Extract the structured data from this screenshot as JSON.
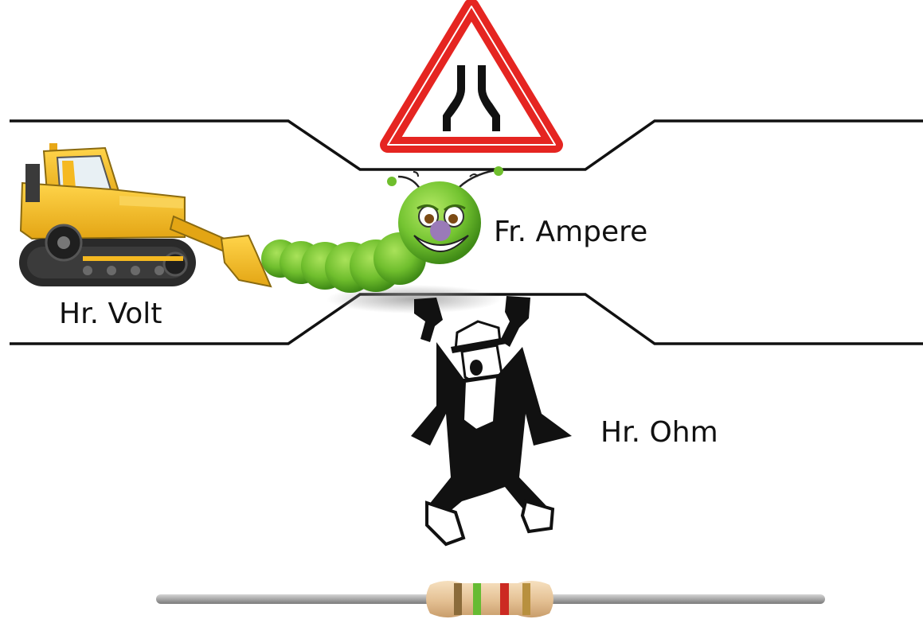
{
  "labels": {
    "volt": "Hr. Volt",
    "ampere": "Fr. Ampere",
    "ohm": "Hr. Ohm"
  },
  "icons": {
    "bulldozer": "bulldozer-icon",
    "worm": "worm-icon",
    "man": "man-with-hat-icon",
    "sign": "road-narrows-sign-icon",
    "resistor": "resistor-icon"
  },
  "colors": {
    "road_line": "#111111",
    "sign_red": "#e52521",
    "bulldozer_yellow": "#f5b921",
    "worm_green": "#6fbe2d",
    "resistor_body": "#e9c9a0",
    "resistor_band_1": "#8b6b3a",
    "resistor_band_2": "#66bb33",
    "resistor_band_3": "#cc2a22",
    "resistor_band_4": "#b8903e"
  }
}
